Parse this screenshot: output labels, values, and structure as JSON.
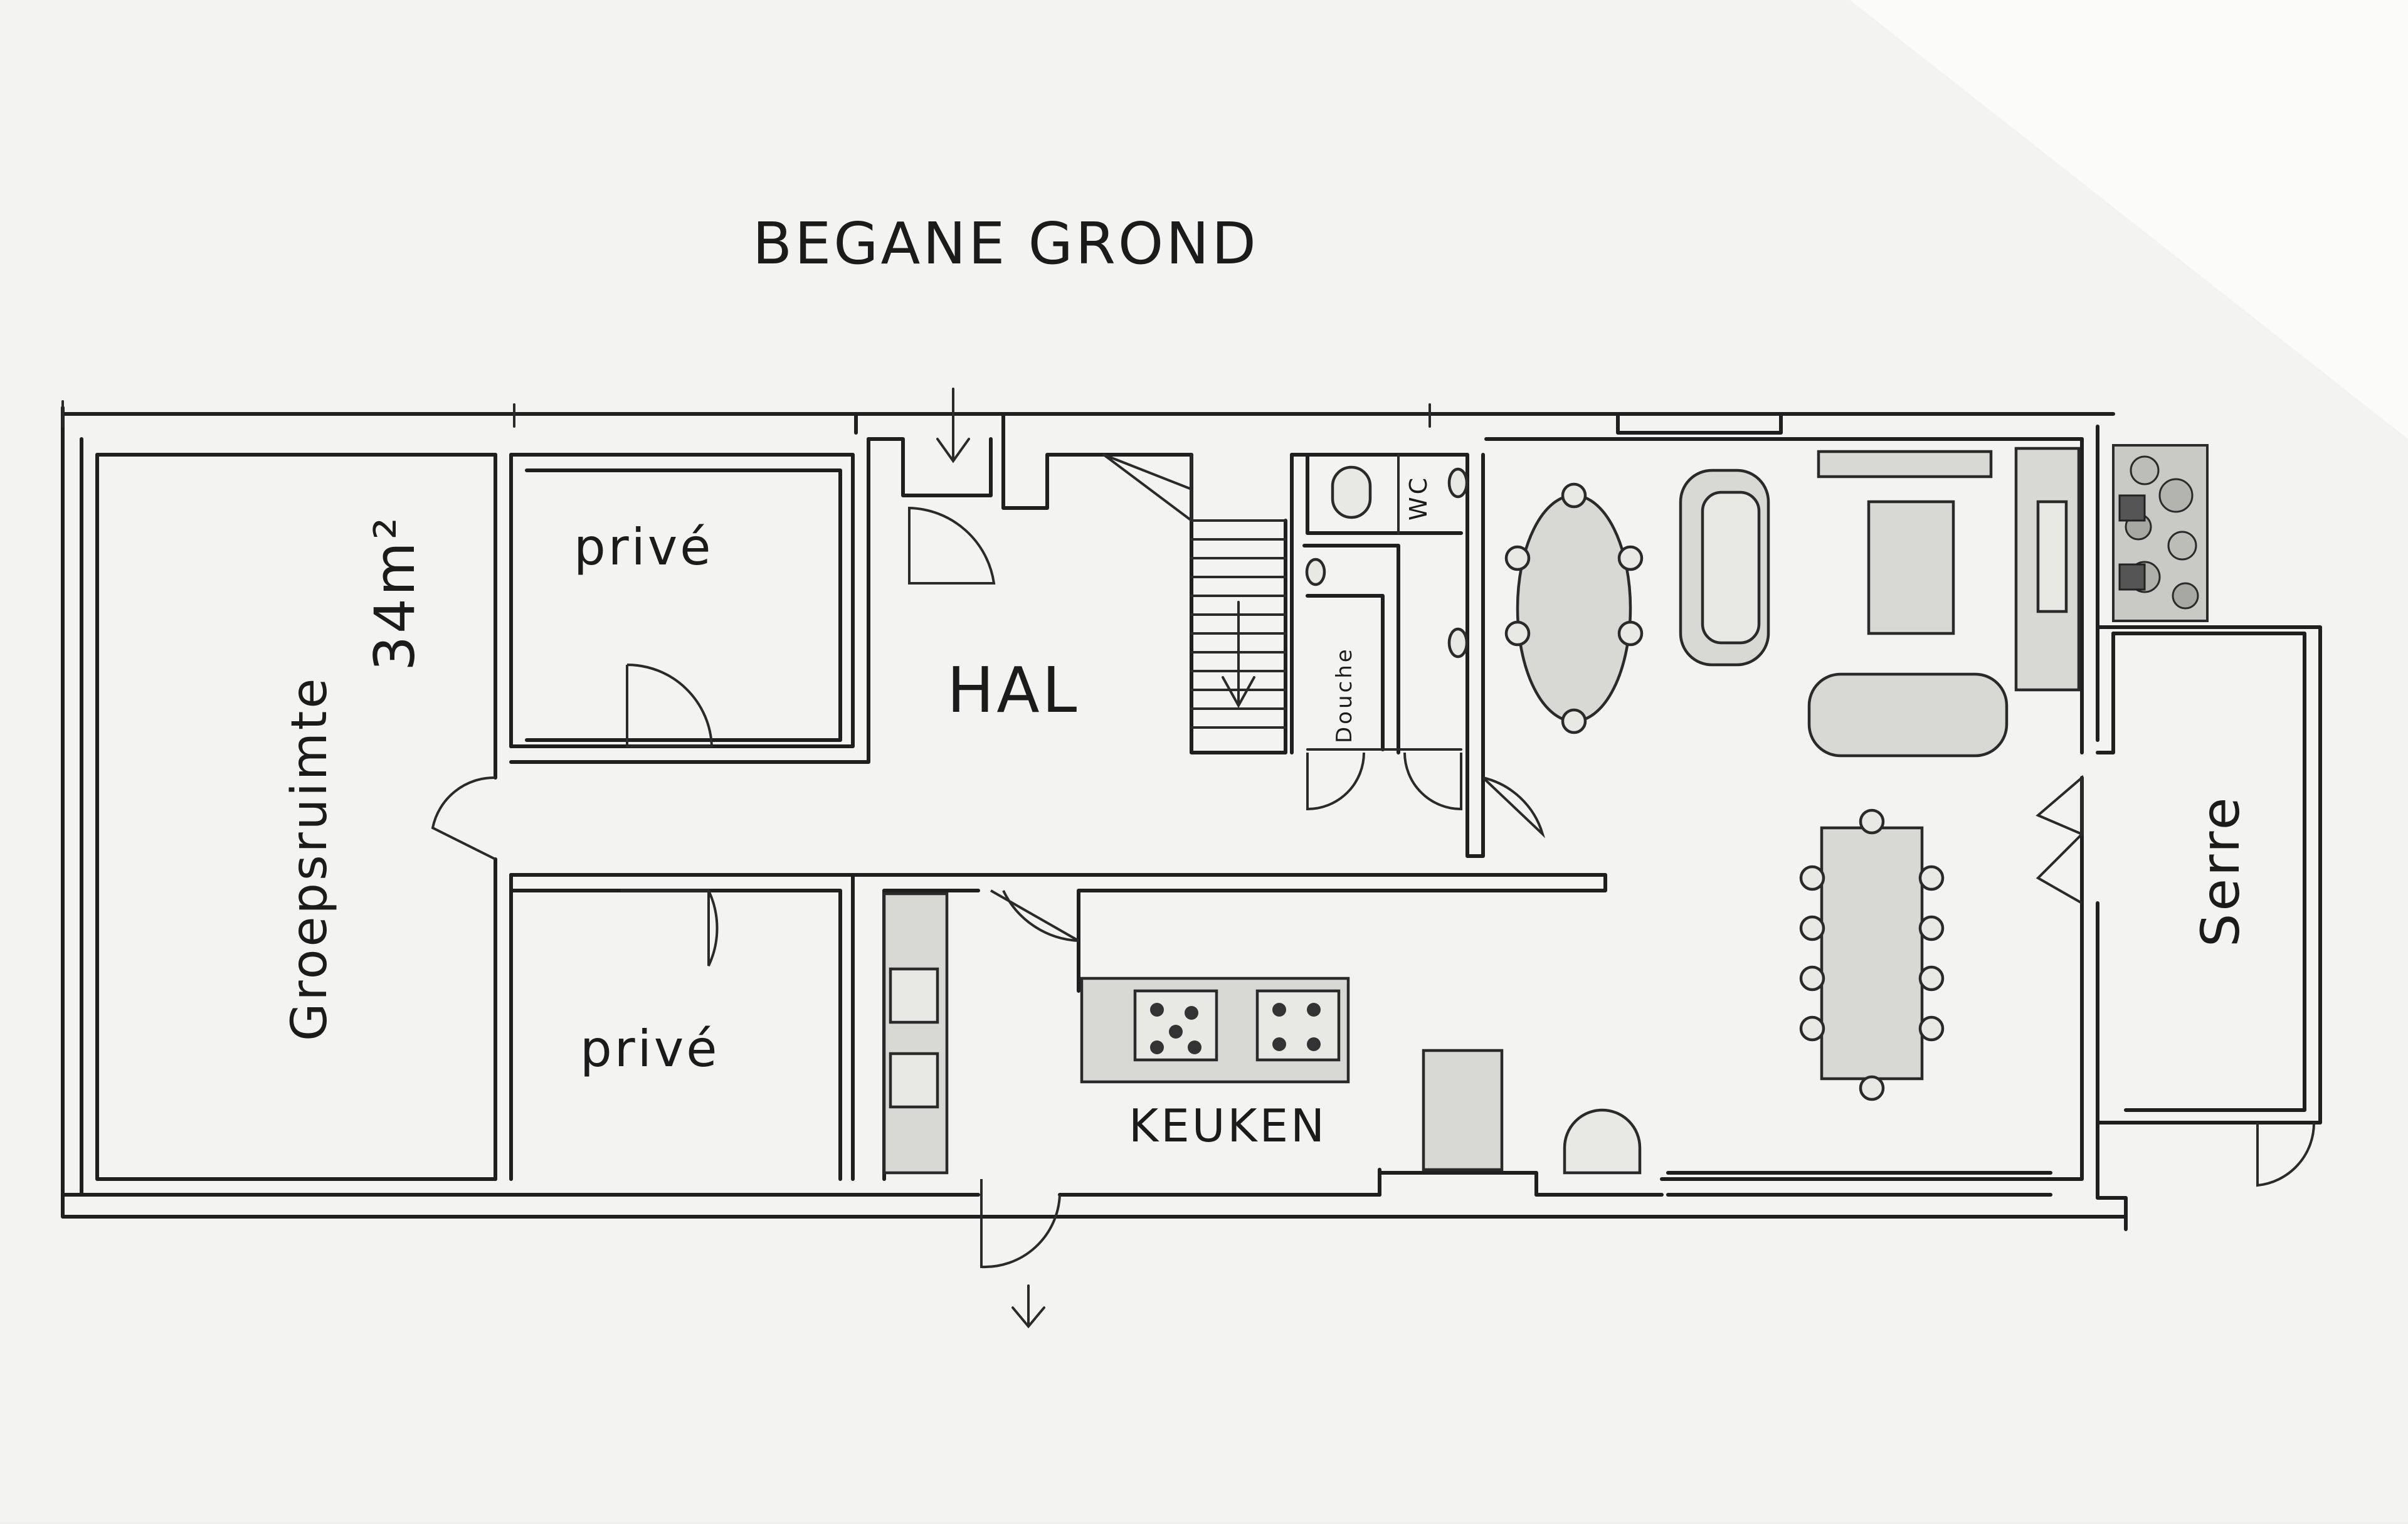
{
  "plan": {
    "title": "BEGANE GROND",
    "rooms": {
      "groepsruimte": "Groepsruimte",
      "area": "34m²",
      "prive_top": "privé",
      "prive_bottom": "privé",
      "hal": "HAL",
      "wc": "WC",
      "douche": "Douche",
      "keuken": "KEUKEN",
      "serre": "Serre"
    }
  }
}
